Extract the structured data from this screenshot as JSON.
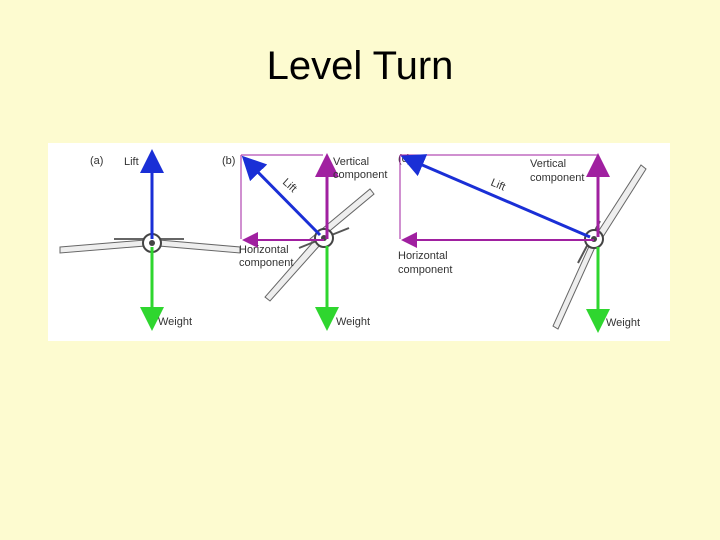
{
  "slide": {
    "title": "Level Turn"
  },
  "figure": {
    "panel_a": {
      "tag": "(a)",
      "lift": "Lift",
      "weight": "Weight"
    },
    "panel_b": {
      "tag": "(b)",
      "lift": "Lift",
      "vertical_1": "Vertical",
      "vertical_2": "component",
      "horizontal_1": "Horizontal",
      "horizontal_2": "component",
      "weight": "Weight"
    },
    "panel_c": {
      "tag": "(c)",
      "lift": "Lift",
      "vertical_1": "Vertical",
      "vertical_2": "component",
      "horizontal_1": "Horizontal",
      "horizontal_2": "component",
      "weight": "Weight"
    },
    "colors": {
      "lift": "#1A2FD6",
      "weight": "#2FD62F",
      "component": "#A020A0",
      "aircraft": "#555555"
    }
  }
}
